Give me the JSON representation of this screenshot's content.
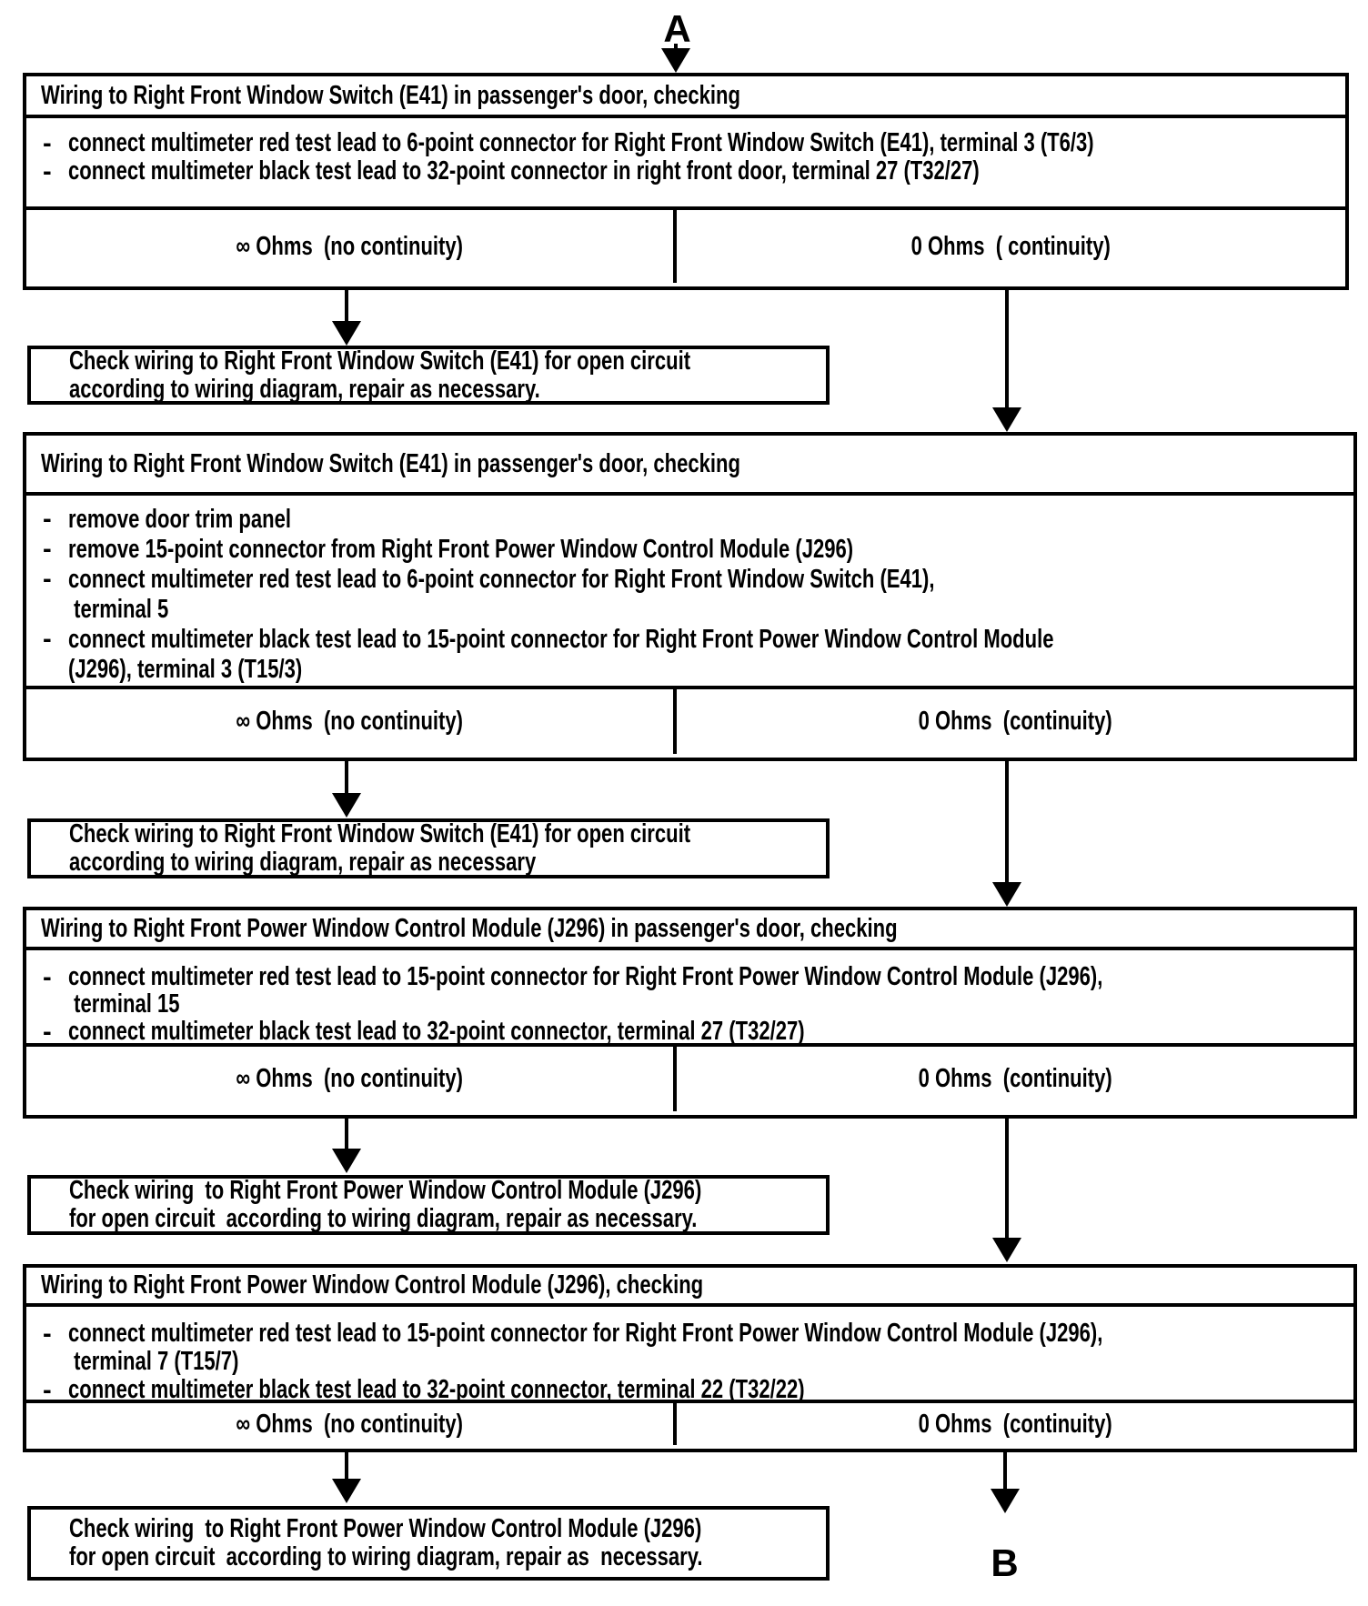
{
  "connectors": {
    "top": "A",
    "bottom": "B"
  },
  "bullet_dash": "-",
  "boxes": [
    {
      "title": "Wiring to Right Front Window Switch (E41) in passenger's door, checking",
      "steps": [
        "connect multimeter red test lead to 6-point connector for Right Front Window Switch (E41), terminal 3 (T6/3)",
        "connect multimeter black test lead to 32-point connector in right front door, terminal 27 (T32/27)"
      ],
      "result_left": "∞ Ohms  (no continuity)",
      "result_right": "0 Ohms  ( continuity)"
    },
    {
      "title": "Wiring to Right Front Window Switch (E41) in passenger's door, checking",
      "steps": [
        "remove door trim panel",
        "remove 15-point connector from Right Front Power Window Control Module (J296)",
        "connect multimeter red test lead to 6-point connector for Right Front Window Switch (E41),\n terminal 5",
        "connect multimeter black test lead to 15-point connector for Right Front Power Window Control Module\n(J296), terminal 3 (T15/3)"
      ],
      "result_left": "∞ Ohms  (no continuity)",
      "result_right": "0 Ohms  (continuity)"
    },
    {
      "title": "Wiring to Right Front Power Window Control Module (J296) in passenger's door, checking",
      "steps": [
        "connect multimeter red test lead to 15-point connector for Right Front Power Window Control Module (J296),\n terminal 15",
        "connect multimeter black test lead to 32-point connector, terminal 27 (T32/27)"
      ],
      "result_left": "∞ Ohms  (no continuity)",
      "result_right": "0 Ohms  (continuity)"
    },
    {
      "title": "Wiring to Right Front Power Window Control Module (J296), checking",
      "steps": [
        "connect multimeter red test lead to 15-point connector for Right Front Power Window Control Module (J296),\n terminal 7 (T15/7)",
        "connect multimeter black test lead to 32-point connector, terminal 22 (T32/22)"
      ],
      "result_left": "∞ Ohms  (no continuity)",
      "result_right": "0 Ohms  (continuity)"
    }
  ],
  "check_boxes": [
    "Check wiring to Right Front Window Switch (E41) for open circuit\naccording to wiring diagram, repair as necessary.",
    "Check wiring to Right Front Window Switch (E41) for open circuit\naccording to wiring diagram, repair as necessary",
    "Check wiring  to Right Front Power Window Control Module (J296)\nfor open circuit  according to wiring diagram, repair as necessary.",
    "Check wiring  to Right Front Power Window Control Module (J296)\nfor open circuit  according to wiring diagram, repair as  necessary."
  ]
}
